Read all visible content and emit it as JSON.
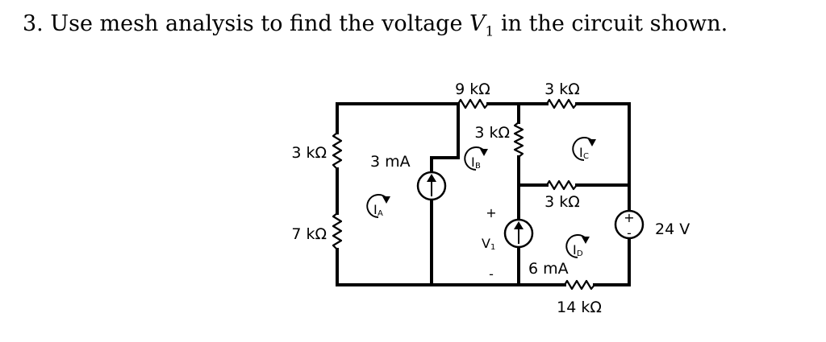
{
  "question": {
    "number": "3.",
    "text_before": "Use mesh analysis to find the voltage",
    "variable": "V",
    "variable_sub": "1",
    "text_after": "in the circuit shown."
  },
  "circuit": {
    "resistors": {
      "top_left": "9 kΩ",
      "top_right": "3 kΩ",
      "left_top": "3 kΩ",
      "left_bottom": "7 kΩ",
      "middle_vertical": "3 kΩ",
      "right_middle": "3 kΩ",
      "bottom_right": "14 kΩ"
    },
    "sources": {
      "current_left": "3 mA",
      "current_center": "6 mA",
      "voltage_right": "24 V",
      "voltage_plus": "+",
      "voltage_minus": "-"
    },
    "mesh_currents": [
      {
        "letter": "I",
        "sub": "A"
      },
      {
        "letter": "I",
        "sub": "B"
      },
      {
        "letter": "I",
        "sub": "C"
      },
      {
        "letter": "I",
        "sub": "D"
      }
    ],
    "v1": {
      "letter": "V",
      "sub": "1",
      "plus": "+",
      "minus": "-"
    }
  }
}
